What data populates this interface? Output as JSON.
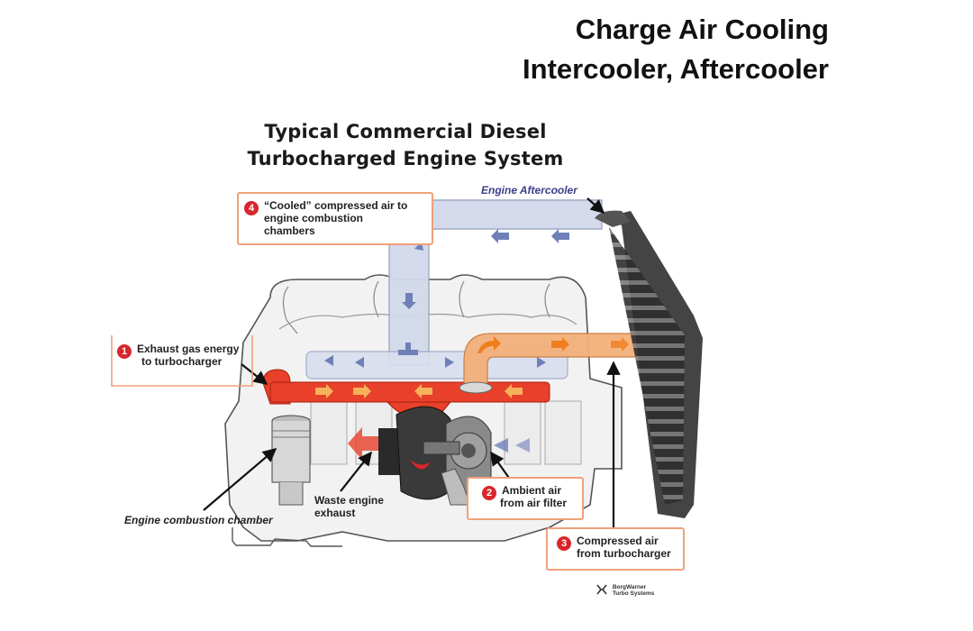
{
  "slide": {
    "title_line1": "Charge Air Cooling",
    "title_line2": "Intercooler, Aftercooler"
  },
  "figure": {
    "title_line1": "Typical Commercial Diesel",
    "title_line2": "Turbocharged Engine System"
  },
  "labels": {
    "engine_aftercooler": "Engine Aftercooler",
    "engine_combustion_chamber": "Engine combustion chamber",
    "waste_engine_exhaust_line1": "Waste engine",
    "waste_engine_exhaust_line2": "exhaust"
  },
  "callouts": [
    {
      "number": "1",
      "line1": "Exhaust gas energy",
      "line2": "to turbocharger",
      "line3": ""
    },
    {
      "number": "2",
      "line1": "Ambient air",
      "line2": "from air filter",
      "line3": ""
    },
    {
      "number": "3",
      "line1": "Compressed air",
      "line2": "from turbocharger",
      "line3": ""
    },
    {
      "number": "4",
      "line1": "“Cooled” compressed air to",
      "line2": "engine combustion",
      "line3": "chambers"
    }
  ],
  "logo": {
    "line1": "BorgWarner",
    "line2": "Turbo Systems"
  },
  "colors": {
    "exhaust_red": "#e8402a",
    "compressed_orange": "#f0a066",
    "cooled_air_blue": "#c9d3e8",
    "arrow_blue": "#6f7fb8",
    "aftercooler_dark": "#3c3c3c",
    "callout_border": "#f0a07a",
    "badge_red": "#d8262c"
  }
}
